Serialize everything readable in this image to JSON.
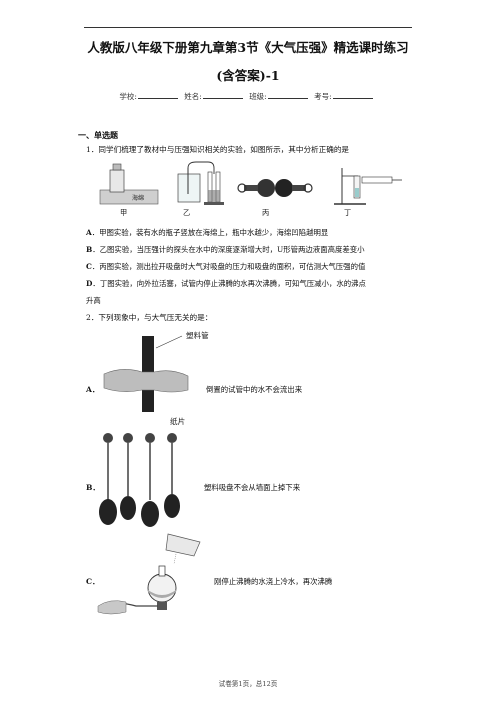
{
  "header": {
    "title_line1": "人教版八年级下册第九章第3节《大气压强》精选课时练习",
    "title_line2": "(含答案)-1",
    "fields": [
      {
        "label": "学校:"
      },
      {
        "label": "姓名:"
      },
      {
        "label": "班级:"
      },
      {
        "label": "考号:"
      }
    ]
  },
  "section": {
    "title": "一、单选题"
  },
  "q1": {
    "stem": "1．同学们梳理了教材中与压强知识相关的实验，如图所示，其中分析正确的是",
    "figure_labels": {
      "sponge": "海绵",
      "jia": "甲",
      "yi": "乙",
      "bing": "丙",
      "ding": "丁"
    },
    "options": [
      {
        "letter": "A",
        "text": "．甲图实验，装有水的瓶子竖放在海绵上，瓶中水越少，海绵凹陷越明显"
      },
      {
        "letter": "B",
        "text": "．乙图实验，当压强计的探头在水中的深度逐渐增大时，U形管两边液面高度差变小"
      },
      {
        "letter": "C",
        "text": "．丙图实验，测出拉开吸盘时大气对吸盘的压力和吸盘的面积，可估测大气压强的值"
      },
      {
        "letter": "D",
        "text": "．丁图实验，向外拉活塞，试管内停止沸腾的水再次沸腾，可知气压减小，水的沸点"
      },
      {
        "letter": "",
        "text": "升高"
      }
    ]
  },
  "q2": {
    "stem": "2．下列现象中，与大气压无关的是：",
    "options": [
      {
        "letter": "A",
        "text": "倒置的试管中的水不会流出来",
        "tag": "塑料管"
      },
      {
        "letter": "B",
        "text": "塑料吸盘不会从墙面上掉下来",
        "tag": "纸片"
      },
      {
        "letter": "C",
        "text": "刚停止沸腾的水浇上冷水，再次沸腾",
        "tag": ""
      }
    ]
  },
  "footer": {
    "text": "试卷第1页，总12页"
  }
}
